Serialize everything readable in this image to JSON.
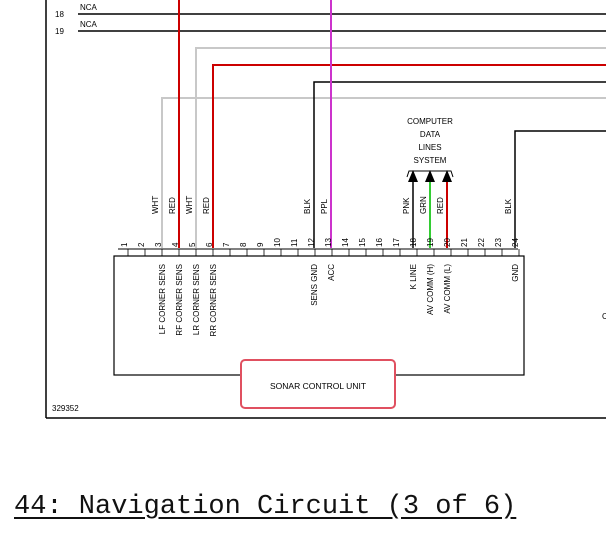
{
  "top_rows": [
    {
      "number": "18",
      "label": "NCA"
    },
    {
      "number": "19",
      "label": "NCA"
    }
  ],
  "data_lines_label": [
    "COMPUTER",
    "DATA",
    "LINES",
    "SYSTEM"
  ],
  "wire_colors": {
    "pin3": "WHT",
    "pin4": "RED",
    "pin5": "WHT",
    "pin6": "RED",
    "pin12": "BLK",
    "pin13": "PPL",
    "pin18": "PNK",
    "pin19": "GRN",
    "pin20": "RED",
    "pin24": "BLK"
  },
  "pins": [
    "1",
    "2",
    "3",
    "4",
    "5",
    "6",
    "7",
    "8",
    "9",
    "10",
    "11",
    "12",
    "13",
    "14",
    "15",
    "16",
    "17",
    "18",
    "19",
    "20",
    "21",
    "22",
    "23",
    "24"
  ],
  "pin_functions": {
    "pin3": "LF CORNER SENS",
    "pin4": "RF CORNER SENS",
    "pin5": "LR CORNER SENS",
    "pin6": "RR CORNER SENS",
    "pin12": "SENS GND",
    "pin13": "ACC",
    "pin18": "K LINE",
    "pin19": "AV COMM (H)",
    "pin20": "AV COMM (L)",
    "pin24": "GND"
  },
  "component_name": "SONAR CONTROL UNIT",
  "figure_id": "329352",
  "edge_fragment": "C",
  "caption": "44: Navigation Circuit (3 of 6)",
  "colors": {
    "red_wire": "#cc0000",
    "white_wire": "#c8c8c8",
    "purple_wire": "#cc33cc",
    "green_wire": "#33cc33",
    "black_wire": "#000000",
    "highlight": "#e05060"
  }
}
